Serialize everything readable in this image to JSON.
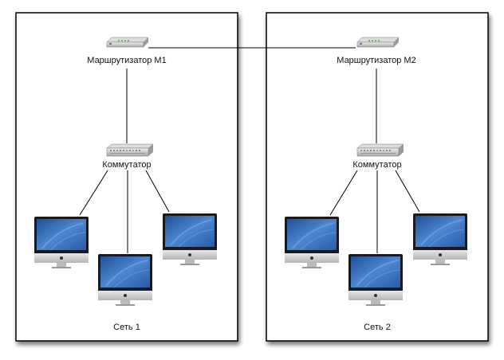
{
  "diagram": {
    "networks": [
      {
        "label": "Сеть 1",
        "router": {
          "label": "Маршрутизатор М1",
          "icon": "router-icon"
        },
        "switch": {
          "label": "Коммутатор",
          "icon": "switch-icon"
        },
        "computers": [
          {
            "icon": "imac-icon"
          },
          {
            "icon": "imac-icon"
          },
          {
            "icon": "imac-icon"
          }
        ]
      },
      {
        "label": "Сеть 2",
        "router": {
          "label": "Маршрутизатор М2",
          "icon": "router-icon"
        },
        "switch": {
          "label": "Коммутатор",
          "icon": "switch-icon"
        },
        "computers": [
          {
            "icon": "imac-icon"
          },
          {
            "icon": "imac-icon"
          },
          {
            "icon": "imac-icon"
          }
        ]
      }
    ],
    "links": [
      {
        "from": "Маршрутизатор М1",
        "to": "Маршрутизатор М2"
      },
      {
        "from": "Маршрутизатор М1",
        "to": "Коммутатор (Сеть 1)"
      },
      {
        "from": "Маршрутизатор М2",
        "to": "Коммутатор (Сеть 2)"
      }
    ],
    "colors": {
      "border": "#000000",
      "screen": "#3a6db5",
      "device_body": "#c8c8c8"
    }
  }
}
